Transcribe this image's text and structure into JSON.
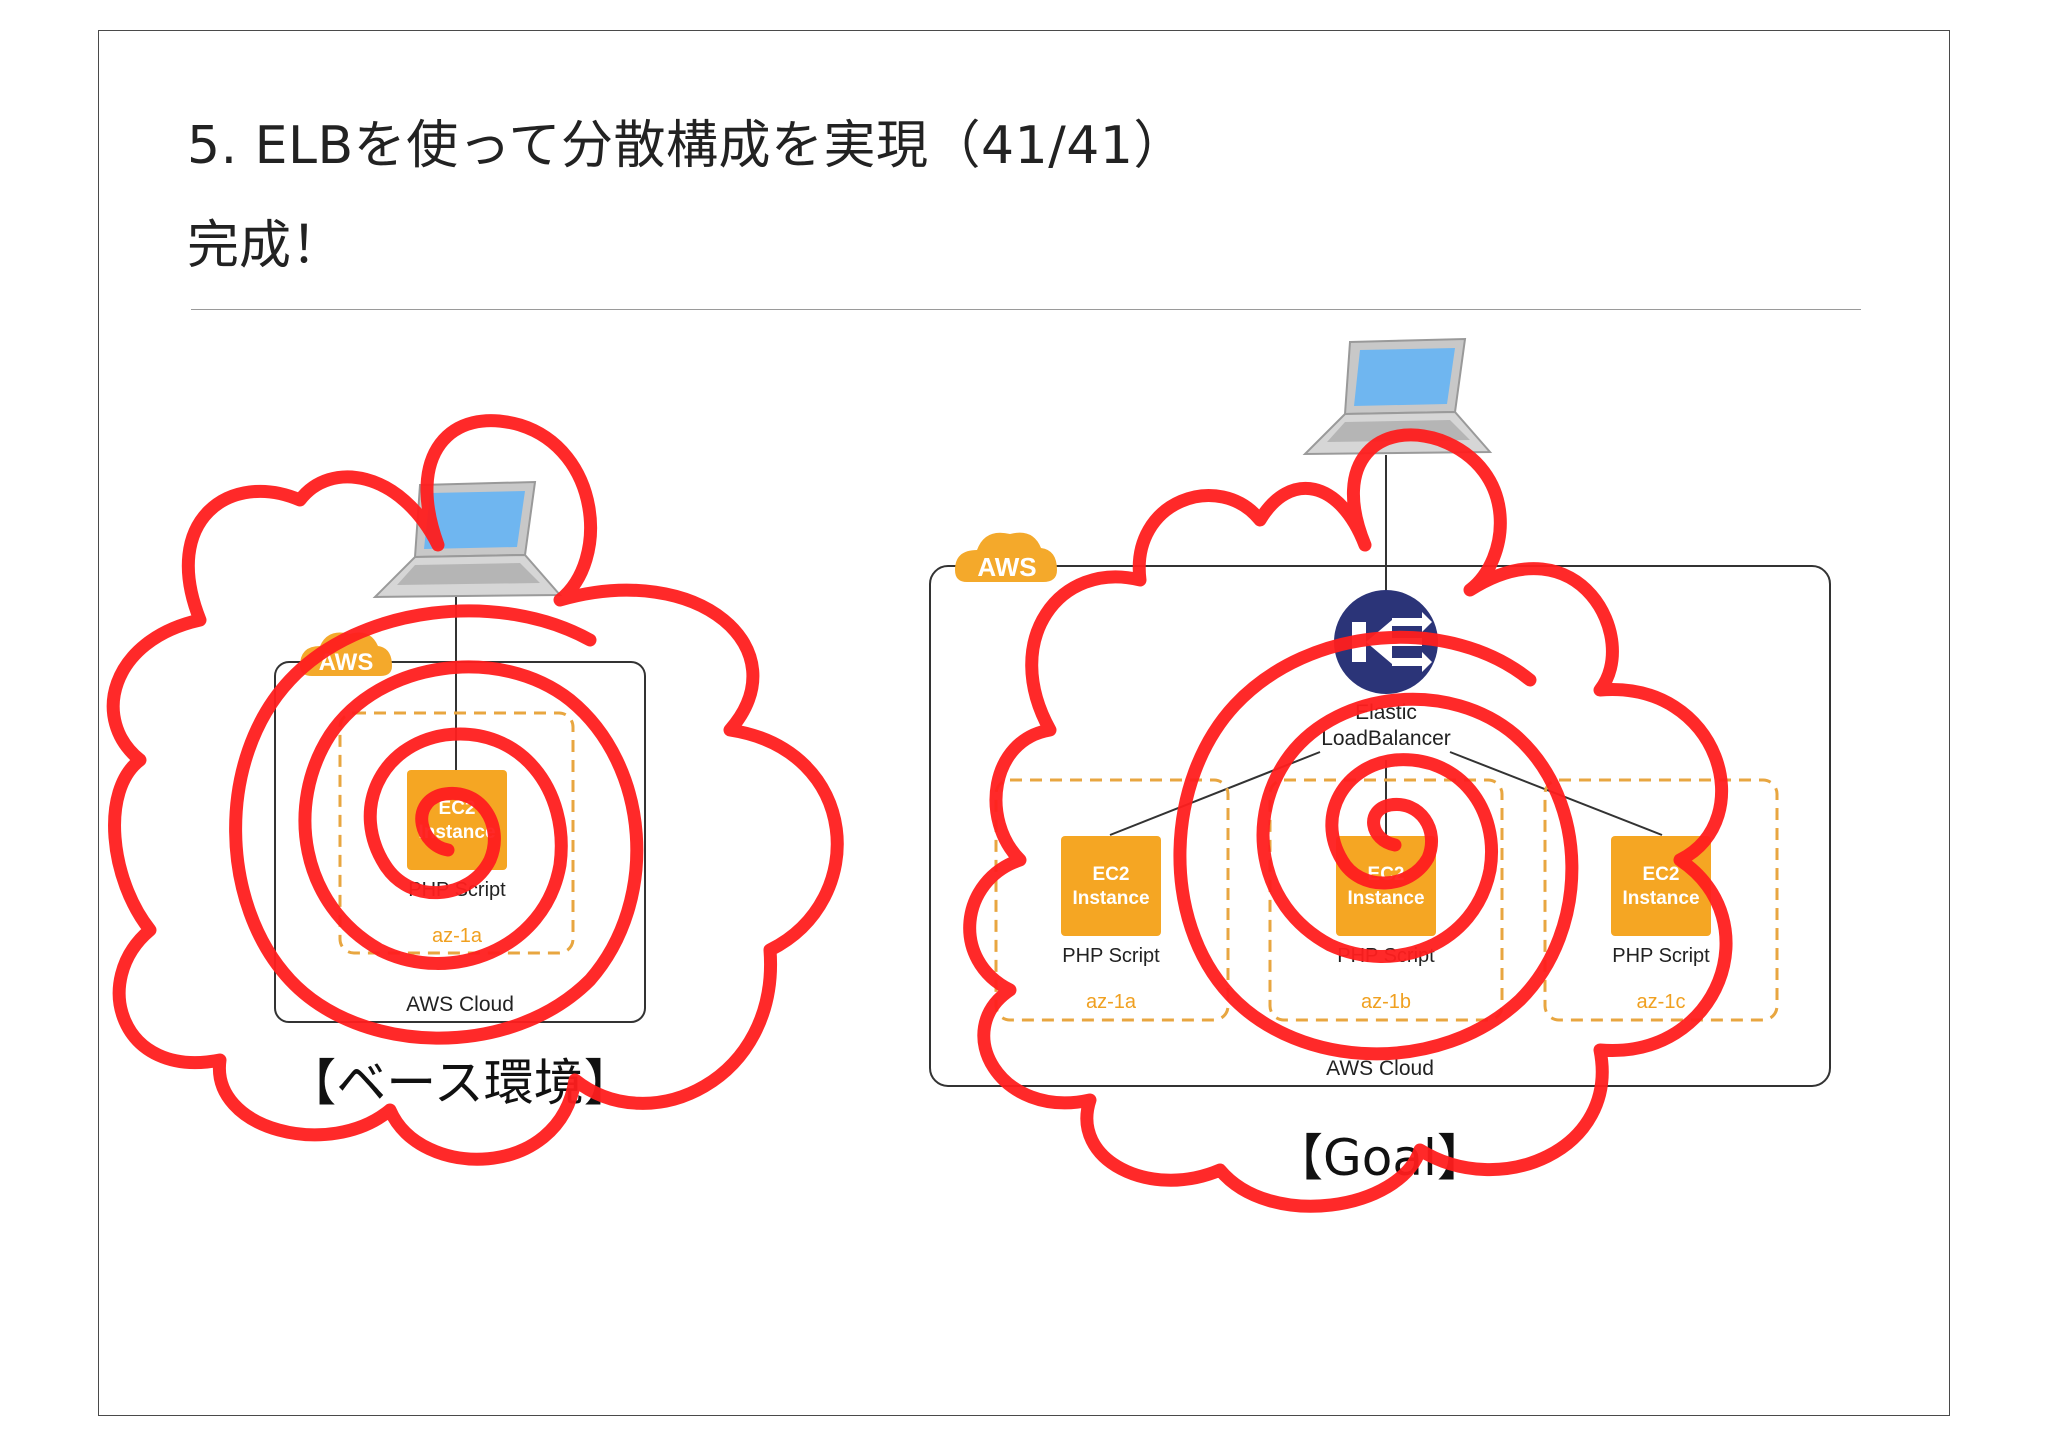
{
  "slide": {
    "title": "5. ELBを使って分散構成を実現（41/41）",
    "subtitle": "完成！"
  },
  "base_env": {
    "aws_badge": "AWS",
    "cloud_label": "AWS Cloud",
    "instance": {
      "line1": "EC2",
      "line2": "Instance",
      "script": "PHP Script",
      "az": "az-1a"
    },
    "caption": "【ベース環境】"
  },
  "goal_env": {
    "aws_badge": "AWS",
    "cloud_label": "AWS Cloud",
    "elb_label_1": "Elastic",
    "elb_label_2": "LoadBalancer",
    "instances": [
      {
        "line1": "EC2",
        "line2": "Instance",
        "script": "PHP Script",
        "az": "az-1a"
      },
      {
        "line1": "EC2",
        "line2": "Instance",
        "script": "PHP Script",
        "az": "az-1b"
      },
      {
        "line1": "EC2",
        "line2": "Instance",
        "script": "PHP Script",
        "az": "az-1c"
      }
    ],
    "caption": "【Goal】"
  },
  "colors": {
    "ec2_orange": "#f5a623",
    "az_border": "#e8a640",
    "aws_cloud": "#f4a92b",
    "elb_navy": "#2b3478",
    "scribble_red": "#ff1e1e",
    "border": "#333333"
  }
}
